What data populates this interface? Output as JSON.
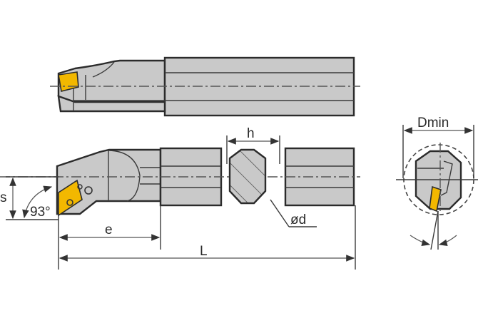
{
  "diagram": {
    "title": "Boring bar toolholder technical drawing",
    "views": [
      "top-view",
      "side-view",
      "cross-section",
      "end-view"
    ],
    "labels": {
      "h": "h",
      "s": "s",
      "angle": "93°",
      "e": "e",
      "L": "L",
      "od": "ød",
      "dmin": "Dmin"
    },
    "colors": {
      "body": "#c9c9c9",
      "outline": "#2b2b2b",
      "insert": "#f2b800",
      "background": "#ffffff"
    }
  }
}
